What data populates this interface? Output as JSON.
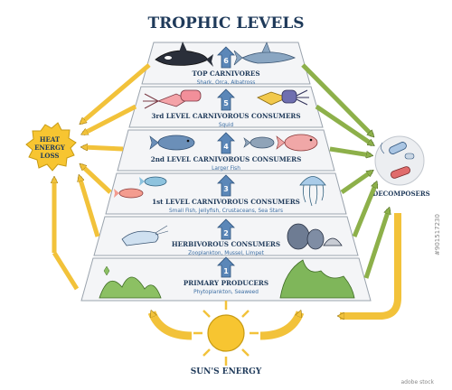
{
  "title": "TROPHIC LEVELS",
  "levels": [
    {
      "number": "6",
      "name": "TOP CARNIVORES",
      "examples": "Shark, Orca, Albatross"
    },
    {
      "number": "5",
      "name": "3rd LEVEL CARNIVOROUS CONSUMERS",
      "examples": "Squid"
    },
    {
      "number": "4",
      "name": "2nd LEVEL CARNIVOROUS CONSUMERS",
      "examples": "Larger Fish"
    },
    {
      "number": "3",
      "name": "1st LEVEL CARNIVOROUS CONSUMERS",
      "examples": "Small Fish, Jellyfish, Crustaceans, Sea Stars"
    },
    {
      "number": "2",
      "name": "HERBIVOROUS CONSUMERS",
      "examples": "Zooplankton, Mussel, Limpet"
    },
    {
      "number": "1",
      "name": "PRIMARY PRODUCERS",
      "examples": "Phytoplankton, Seaweed"
    }
  ],
  "heat_label_line1": "HEAT",
  "heat_label_line2": "ENERGY",
  "heat_label_line3": "LOSS",
  "decomposers_label": "DECOMPOSERS",
  "sun_label": "SUN'S ENERGY",
  "watermark_text": "adobe stock",
  "watermark_id": "#901517230",
  "colors": {
    "title": "#1f3a5a",
    "subtitle": "#3c6ea3",
    "arrow_blue": "#5b87b8",
    "arrow_yellow": "#f2c23a",
    "arrow_green": "#8db04a",
    "heat": "#f7c531",
    "layer_fill": "#f4f5f7",
    "layer_stroke": "#9aa3ad"
  }
}
